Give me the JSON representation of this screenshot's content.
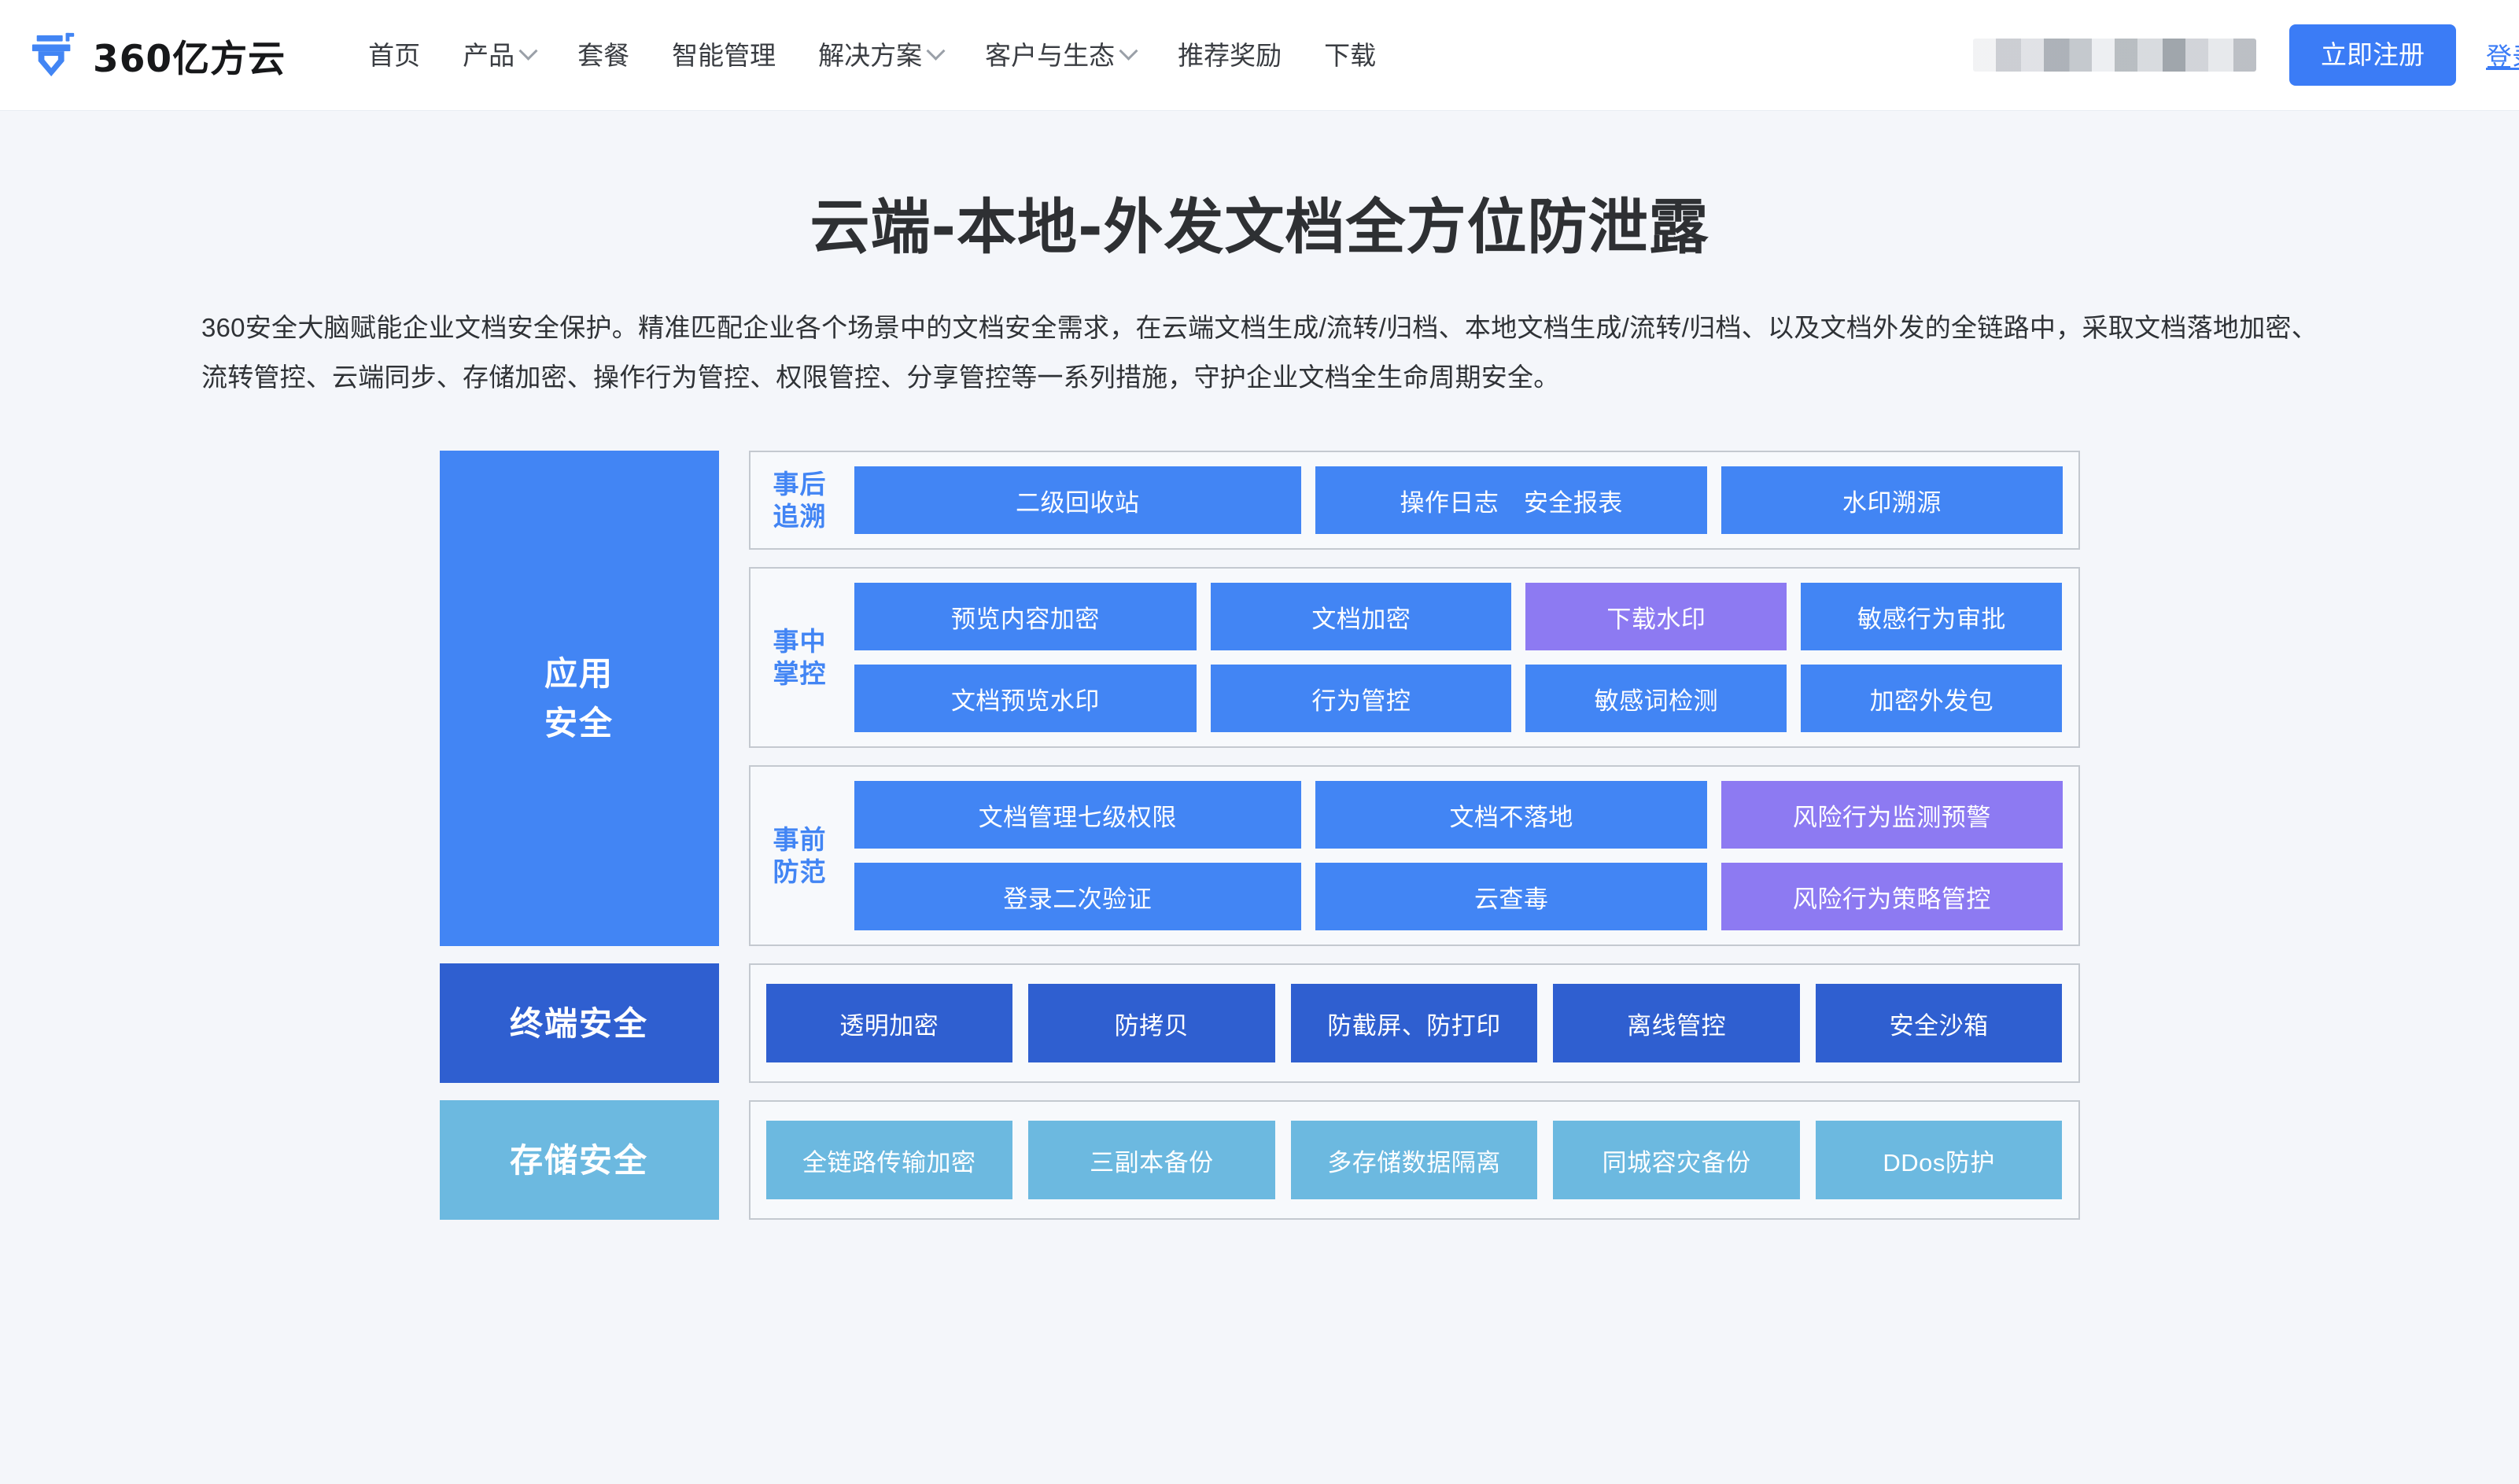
{
  "header": {
    "brand_name": "360亿方云",
    "logo_icon": "nib-logo-icon",
    "nav": [
      {
        "label": "首页",
        "has_caret": false
      },
      {
        "label": "产品",
        "has_caret": true
      },
      {
        "label": "套餐",
        "has_caret": false
      },
      {
        "label": "智能管理",
        "has_caret": false
      },
      {
        "label": "解决方案",
        "has_caret": true
      },
      {
        "label": "客户与生态",
        "has_caret": true
      },
      {
        "label": "推荐奖励",
        "has_caret": false
      },
      {
        "label": "下载",
        "has_caret": false
      }
    ],
    "phone_redacted": "",
    "register_label": "立即注册",
    "login_label": "登录",
    "accent_color": "#3b7cf6"
  },
  "hero": {
    "title": "云端-本地-外发文档全方位防泄露",
    "description": "360安全大脑赋能企业文档安全保护。精准匹配企业各个场景中的文档安全需求，在云端文档生成/流转/归档、本地文档生成/流转/归档、以及文档外发的全链路中，采取文档落地加密、流转管控、云端同步、存储加密、操作行为管控、权限管控、分享管控等一系列措施，守护企业文档全生命周期安全。"
  },
  "diagram": {
    "colors": {
      "blue": "#4285f4",
      "purple": "#8d7af2",
      "dark_blue": "#2f5fd0",
      "light_blue": "#6cb9e0",
      "group_border": "#c4c9d0",
      "group_bg": "#f7f9fc"
    },
    "bands": [
      {
        "label": "应用\n安全",
        "label_line1": "应用",
        "label_line2": "安全",
        "label_style": "app",
        "groups": [
          {
            "title_line1": "事后",
            "title_line2": "追溯",
            "rows": [
              [
                {
                  "text": "二级回收站",
                  "tone": "blue",
                  "w": "w-a"
                },
                {
                  "text": "操作日志　安全报表",
                  "tone": "blue",
                  "w": "w-b"
                },
                {
                  "text": "水印溯源",
                  "tone": "blue",
                  "w": "w-c"
                }
              ]
            ]
          },
          {
            "title_line1": "事中",
            "title_line2": "掌控",
            "rows": [
              [
                {
                  "text": "预览内容加密",
                  "tone": "blue",
                  "w": "w-a"
                },
                {
                  "text": "文档加密",
                  "tone": "blue",
                  "w": "w-b"
                },
                {
                  "text": "下载水印",
                  "tone": "purple",
                  "w": "w-c"
                },
                {
                  "text": "敏感行为审批",
                  "tone": "blue",
                  "w": "w-d"
                }
              ],
              [
                {
                  "text": "文档预览水印",
                  "tone": "blue",
                  "w": "w-a"
                },
                {
                  "text": "行为管控",
                  "tone": "blue",
                  "w": "w-b"
                },
                {
                  "text": "敏感词检测",
                  "tone": "blue",
                  "w": "w-c"
                },
                {
                  "text": "加密外发包",
                  "tone": "blue",
                  "w": "w-d"
                }
              ]
            ]
          },
          {
            "title_line1": "事前",
            "title_line2": "防范",
            "rows": [
              [
                {
                  "text": "文档管理七级权限",
                  "tone": "blue",
                  "w": "w-a"
                },
                {
                  "text": "文档不落地",
                  "tone": "blue",
                  "w": "w-b"
                },
                {
                  "text": "风险行为监测预警",
                  "tone": "purple",
                  "w": "w-c"
                }
              ],
              [
                {
                  "text": "登录二次验证",
                  "tone": "blue",
                  "w": "w-a"
                },
                {
                  "text": "云查毒",
                  "tone": "blue",
                  "w": "w-b"
                },
                {
                  "text": "风险行为策略管控",
                  "tone": "purple",
                  "w": "w-c"
                }
              ]
            ]
          }
        ]
      },
      {
        "label_line1": "终端安全",
        "label_line2": "",
        "label_style": "terminal",
        "groups": [
          {
            "title_line1": "",
            "title_line2": "",
            "flat": true,
            "rows": [
              [
                {
                  "text": "透明加密",
                  "tone": "dkblue"
                },
                {
                  "text": "防拷贝",
                  "tone": "dkblue"
                },
                {
                  "text": "防截屏、防打印",
                  "tone": "dkblue"
                },
                {
                  "text": "离线管控",
                  "tone": "dkblue"
                },
                {
                  "text": "安全沙箱",
                  "tone": "dkblue"
                }
              ]
            ]
          }
        ]
      },
      {
        "label_line1": "存储安全",
        "label_line2": "",
        "label_style": "storage",
        "groups": [
          {
            "title_line1": "",
            "title_line2": "",
            "flat": true,
            "rows": [
              [
                {
                  "text": "全链路传输加密",
                  "tone": "ltblue"
                },
                {
                  "text": "三副本备份",
                  "tone": "ltblue"
                },
                {
                  "text": "多存储数据隔离",
                  "tone": "ltblue"
                },
                {
                  "text": "同城容灾备份",
                  "tone": "ltblue"
                },
                {
                  "text": "DDos防护",
                  "tone": "ltblue"
                }
              ]
            ]
          }
        ]
      }
    ]
  }
}
